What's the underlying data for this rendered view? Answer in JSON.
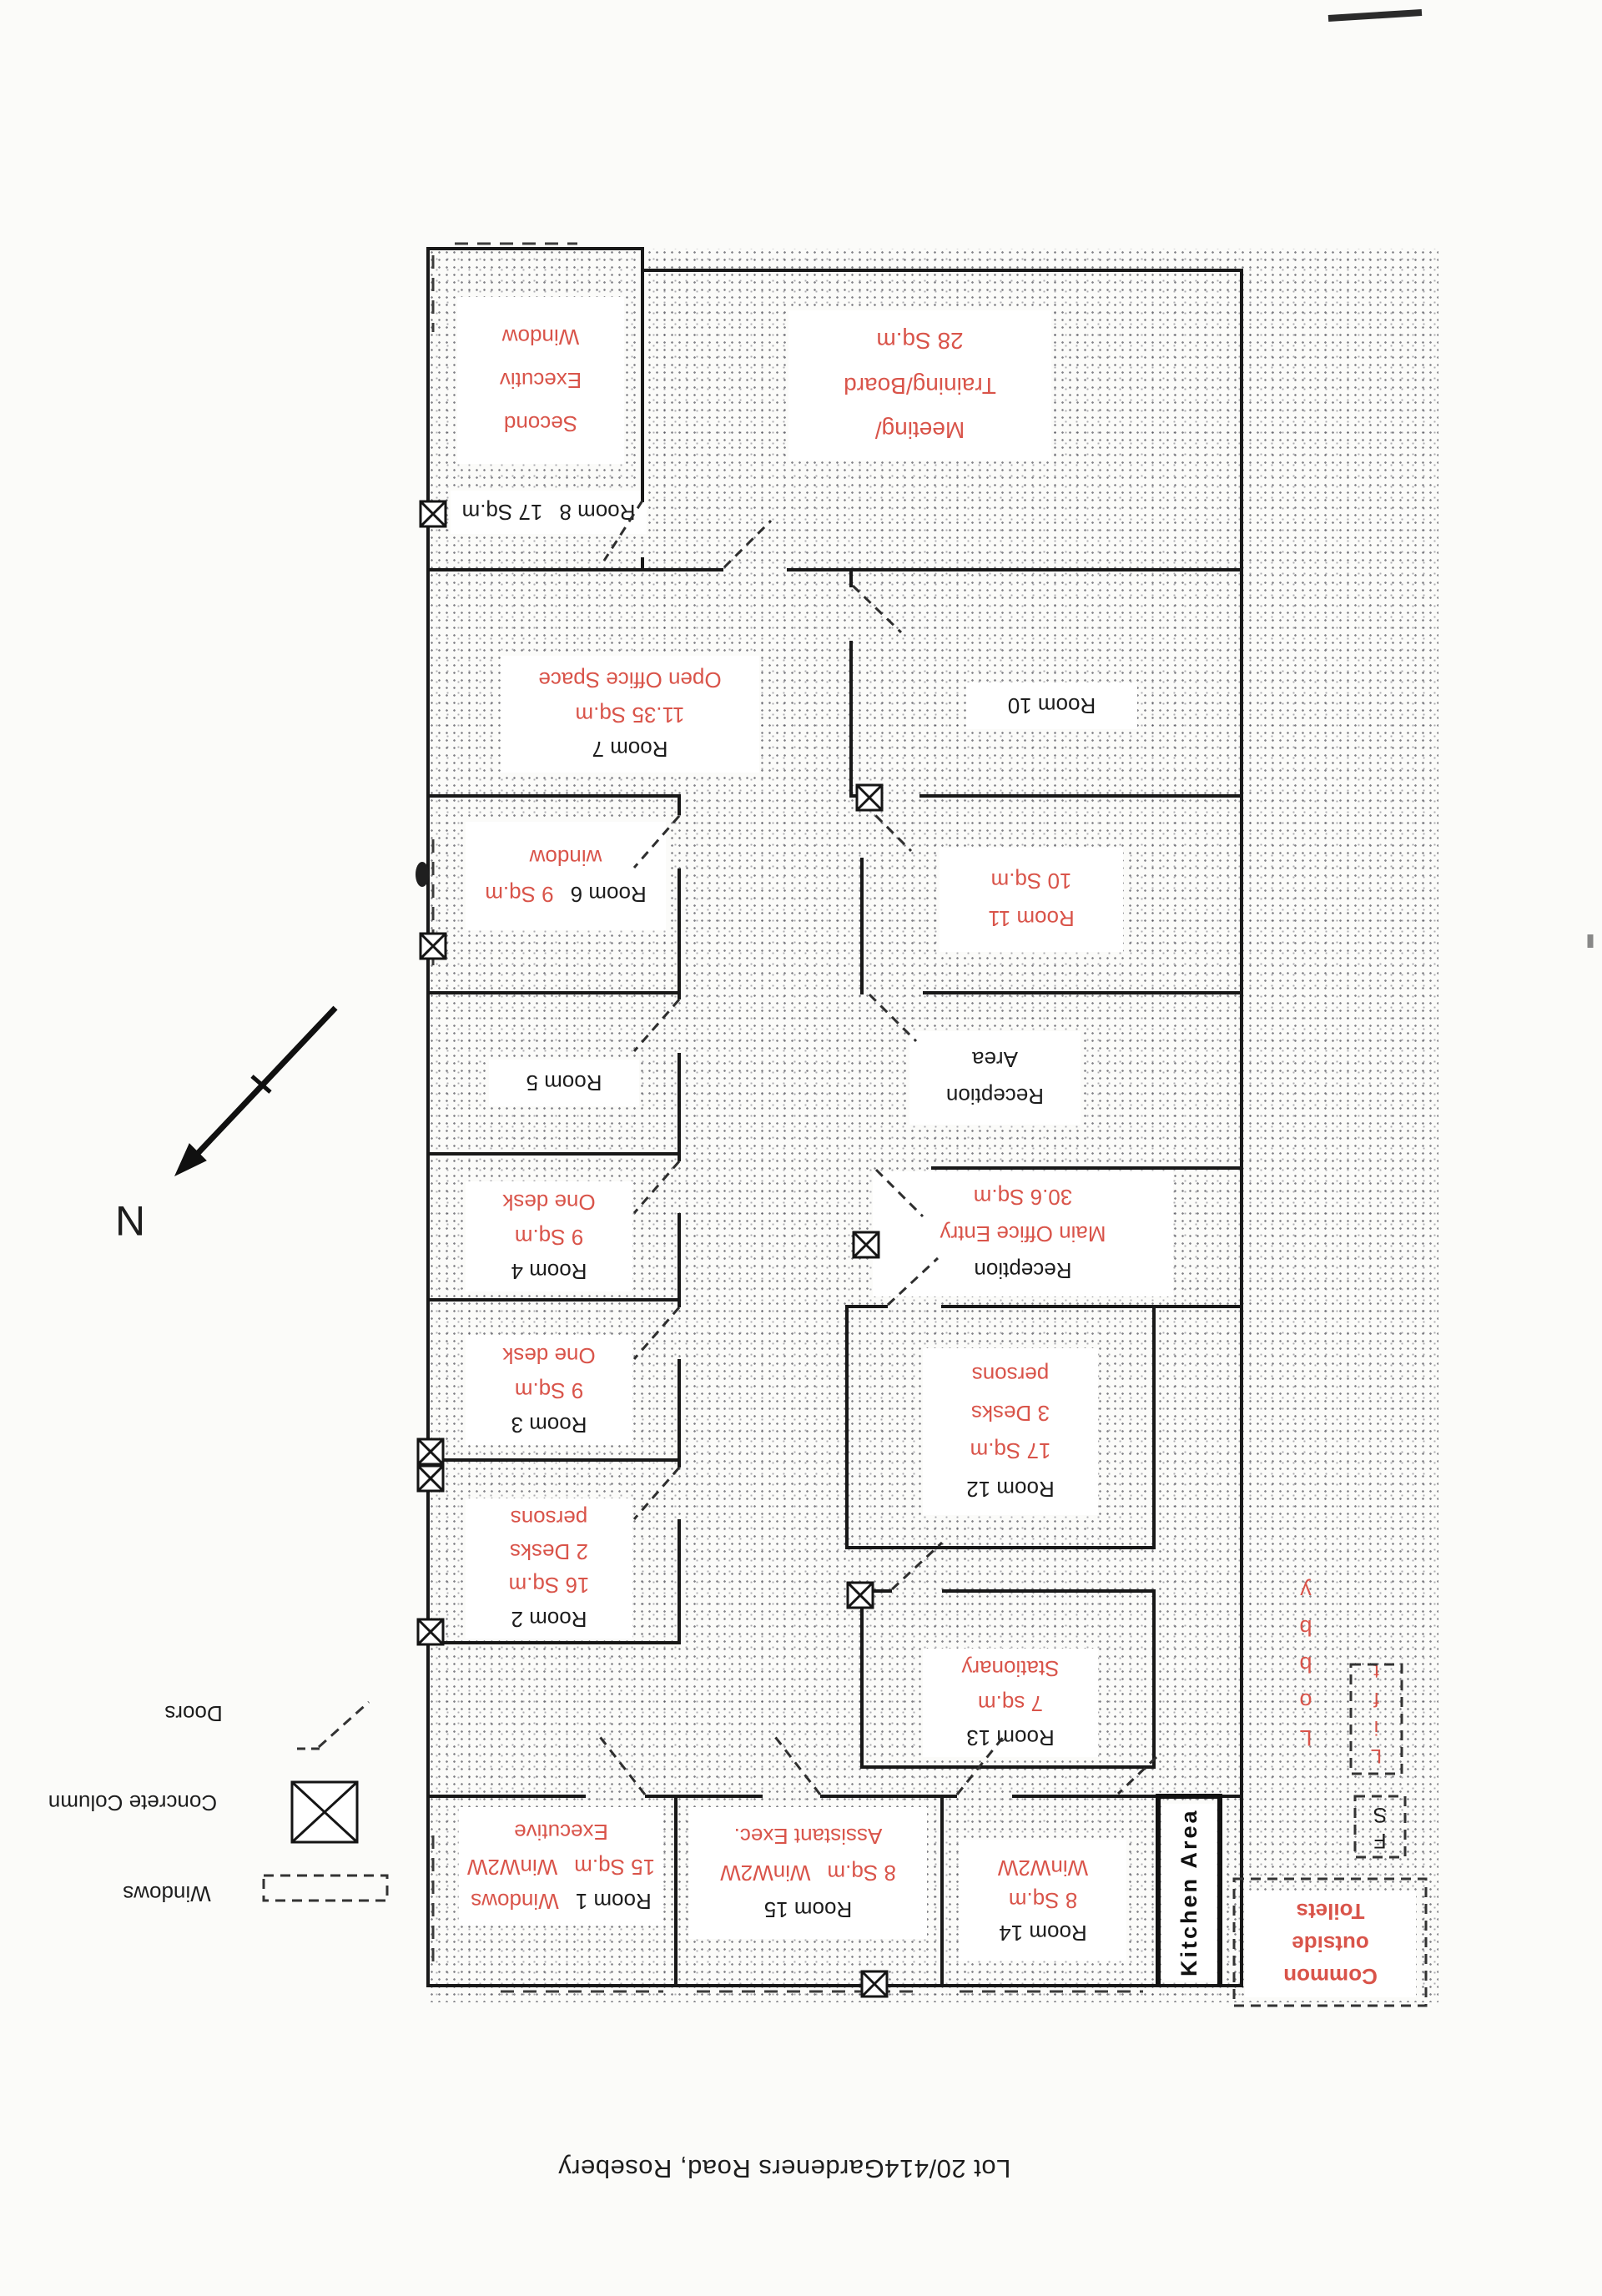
{
  "document": {
    "title": "Lot 20/414Gardeners Road, Rosebery",
    "north_label": "N"
  },
  "colors": {
    "label_red": "#d9544a",
    "ink": "#1c1c1c"
  },
  "legend": {
    "doors": "Doors",
    "concrete_column": "Concrete Column",
    "windows": "Windows"
  },
  "rooms": {
    "room8": {
      "name": "Room 8",
      "area": "17 Sq.m",
      "l1": "Second",
      "l2": "Executiv",
      "l3": "Window"
    },
    "meeting": {
      "l1": "Meeting/",
      "l2": "Training/Board",
      "l3": "28 Sq.m"
    },
    "room7": {
      "name": "Room 7",
      "area": "11.35 Sq.m",
      "desc": "Open Office Space"
    },
    "room10": {
      "name": "Room 10"
    },
    "room6": {
      "name": "Room 6",
      "area": "9 Sq.m",
      "desc": "window"
    },
    "room11": {
      "name": "Room 11",
      "area": "10 Sq.m"
    },
    "room5": {
      "name": "Room 5"
    },
    "reception": {
      "l1": "Reception",
      "l2": "Area"
    },
    "room4": {
      "name": "Room 4",
      "area": "9 Sq.m",
      "desc": "One desk"
    },
    "entry": {
      "reception": "Reception",
      "name": "Main Office Entry",
      "area": "30.6 Sq.m"
    },
    "room3": {
      "name": "Room 3",
      "area": "9 Sq.m",
      "desc": "One desk"
    },
    "room12": {
      "name": "Room 12",
      "area": "17 Sq.m",
      "l1": "3 Desks",
      "l2": "persons"
    },
    "room2": {
      "name": "Room 2",
      "area": "16 Sq.m",
      "l1": "2 Desks",
      "l2": "persons"
    },
    "room13": {
      "name": "Room 13",
      "area": "7 sq.m",
      "desc": "Stationary"
    },
    "room1": {
      "name": "Room 1",
      "windows": "Windows",
      "area": "15 Sq.m",
      "win": "WinW2W",
      "exec": "Executive"
    },
    "room15": {
      "name": "Room 15",
      "area": "8 Sq.m",
      "win": "WinW2W",
      "desc": "Assistant Exec."
    },
    "room14": {
      "name": "Room 14",
      "area": "8 Sq.m",
      "win": "WinW2W"
    },
    "kitchen": {
      "name": "Kitchen Area"
    },
    "lobby": {
      "name": "Lobby"
    },
    "lift": {
      "name": "Lift"
    },
    "fire_stairs": {
      "l1": "F",
      "l2": "S"
    },
    "toilets": {
      "l1": "Common",
      "l2": "outside",
      "l3": "Toilets"
    }
  }
}
